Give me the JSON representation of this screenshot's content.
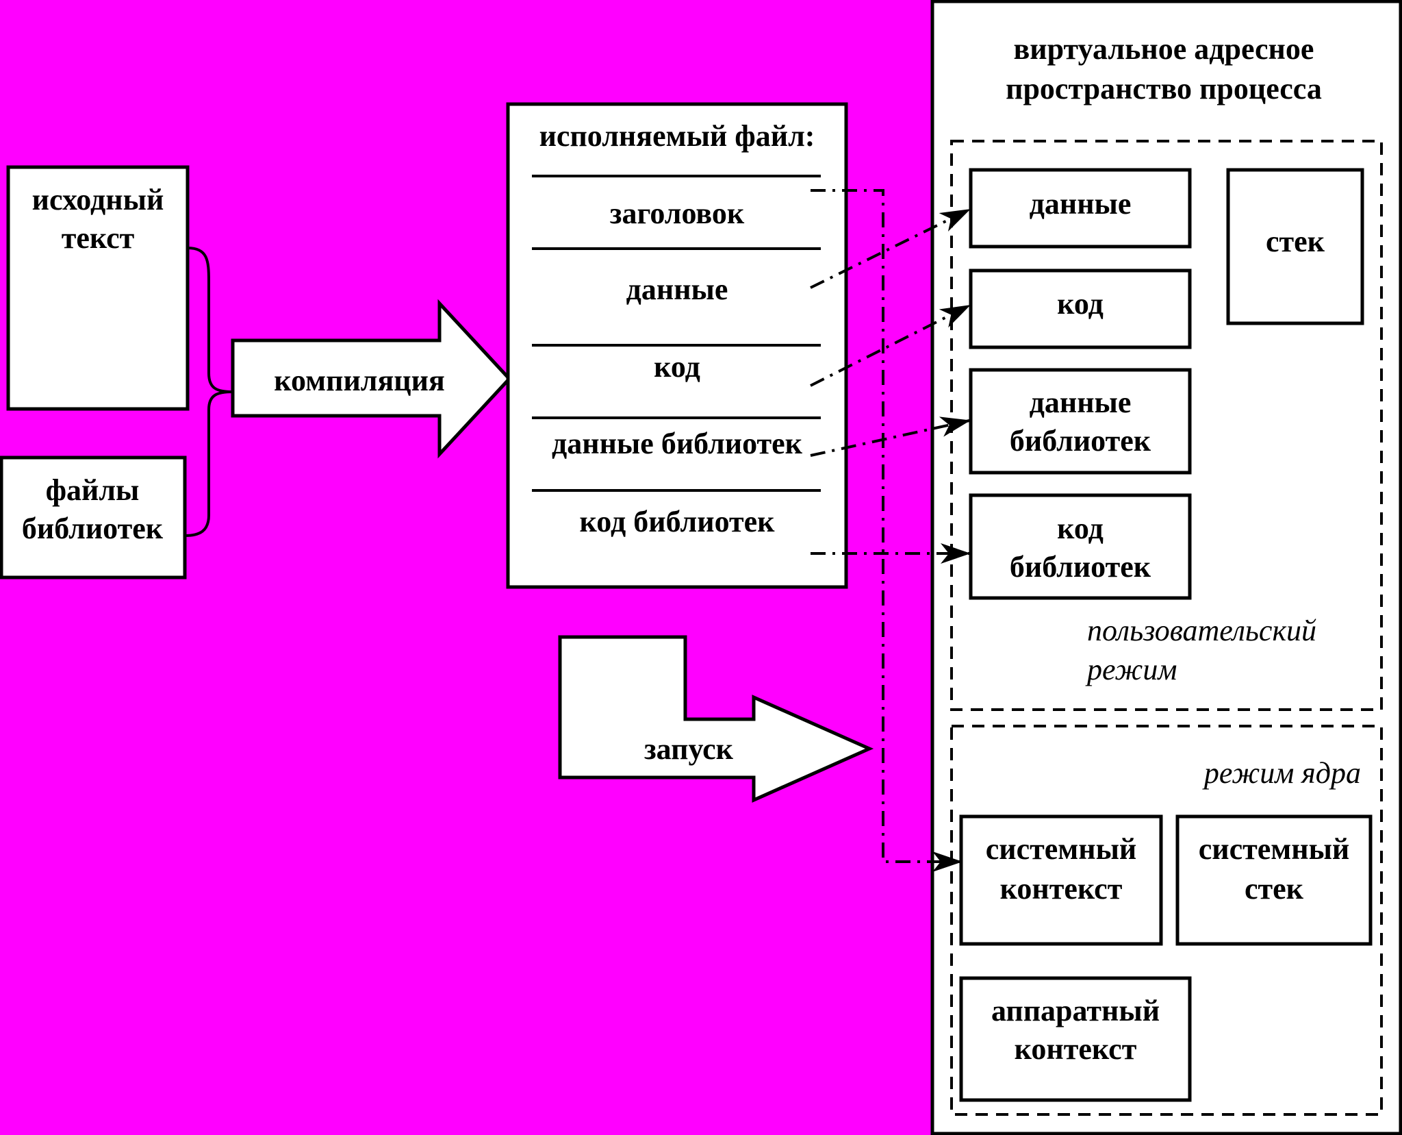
{
  "colors": {
    "background": "#ff00ff",
    "box_fill": "#ffffff",
    "stroke": "#000000"
  },
  "source": {
    "line1": "исходный",
    "line2": "текст"
  },
  "library_files": {
    "line1": "файлы",
    "line2": "библиотек"
  },
  "compile_arrow": {
    "label": "компиляция"
  },
  "executable": {
    "title": "исполняемый файл:",
    "sections": [
      "заголовок",
      "данные",
      "код",
      "данные библиотек",
      "код библиотек"
    ]
  },
  "launch_arrow": {
    "label": "запуск"
  },
  "address_space": {
    "title_line1": "виртуальное адресное",
    "title_line2": "пространство процесса",
    "user_mode": {
      "label_line1": "пользовательский",
      "label_line2": "режим",
      "data": "данные",
      "code": "код",
      "lib_data_line1": "данные",
      "lib_data_line2": "библиотек",
      "lib_code_line1": "код",
      "lib_code_line2": "библиотек",
      "stack": "стек"
    },
    "kernel_mode": {
      "label": "режим ядра",
      "sys_context_line1": "системный",
      "sys_context_line2": "контекст",
      "sys_stack_line1": "системный",
      "sys_stack_line2": "стек",
      "hw_context_line1": "аппаратный",
      "hw_context_line2": "контекст"
    }
  }
}
